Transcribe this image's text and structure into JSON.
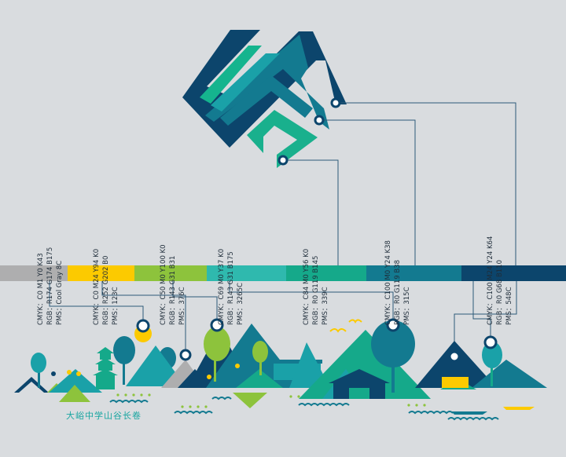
{
  "swatches": [
    {
      "cmyk": "CMYK：C0 M1 Y0 K43",
      "rgb": "RGB：R174 G174 B175",
      "pms": "PMS：Cool Gray 8C",
      "color": "#aeaeaf"
    },
    {
      "cmyk": "CMYK：C0 M24 Y94 K0",
      "rgb": "RGB：R252 G202 B0",
      "pms": "PMS：123C",
      "color": "#fcca00"
    },
    {
      "cmyk": "CMYK：C50 M0 Y100 K0",
      "rgb": "RGB：R143 G31 B31",
      "pms": "PMS：376C",
      "color": "#8dc33c"
    },
    {
      "cmyk": "CMYK：C69 M0 Y37 K0",
      "rgb": "RGB：R143 G31 B175",
      "pms": "PMS：3265C",
      "color": "#2fb9ae"
    },
    {
      "cmyk": "CMYK：C84 M0 Y56 K0",
      "rgb": "RGB：R0 G119 B145",
      "pms": "PMS：339C",
      "color": "#15a98a"
    },
    {
      "cmyk": "CMYK：C100 M0 Y24 K38",
      "rgb": "RGB：R0 G119 B38",
      "pms": "PMS：315C",
      "color": "#137a90"
    },
    {
      "cmyk": "CMYK：C100 M24 Y24 K64",
      "rgb": "RGB：R0 G68 B110",
      "pms": "PMS：548C",
      "color": "#0c456c"
    }
  ],
  "caption": "大峪中学山谷长卷"
}
